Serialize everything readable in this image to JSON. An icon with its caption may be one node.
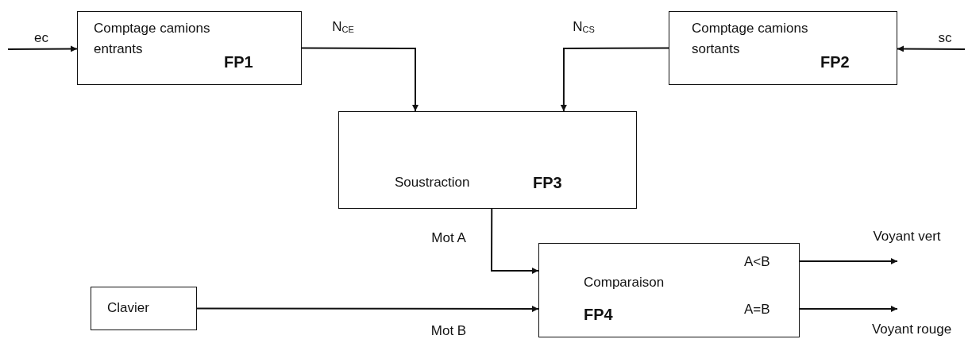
{
  "diagram": {
    "nodes": [
      {
        "text": [
          "Comptage camions entrants",
          "FP1"
        ]
      },
      {
        "text": [
          "Comptage camions sortants",
          "FP2"
        ]
      },
      {
        "text": [
          "Soustraction",
          "FP3"
        ]
      },
      {
        "text": [
          "Comparaison",
          "FP4",
          "A<B",
          "A=B"
        ]
      },
      {
        "text": [
          "Clavier"
        ]
      }
    ],
    "edges": [
      {
        "from": null,
        "to": 0,
        "arrow": "to",
        "label": "ec"
      },
      {
        "from": null,
        "to": 1,
        "arrow": "to",
        "label": "sc"
      },
      {
        "from": 0,
        "to": 2,
        "arrow": "to",
        "label": "N$_{CE}$"
      },
      {
        "from": 1,
        "to": 2,
        "arrow": "to",
        "label": "N$_{CS}$"
      },
      {
        "from": 2,
        "to": 3,
        "arrow": "to",
        "label": "Mot A"
      },
      {
        "from": 4,
        "to": 3,
        "arrow": "to",
        "label": "Mot B"
      },
      {
        "from": 3,
        "to": null,
        "arrow": "to",
        "label": "Voyant vert"
      },
      {
        "from": 3,
        "to": null,
        "arrow": "to",
        "label": "Voyant rouge"
      }
    ]
  }
}
